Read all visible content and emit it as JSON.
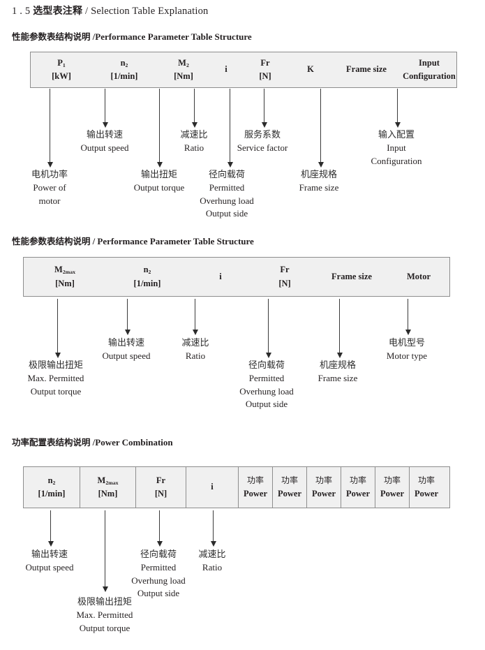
{
  "title": {
    "number": "1 . 5",
    "cn": "选型表注释",
    "sep": "/",
    "en": "Selection Table Explanation"
  },
  "sections": [
    {
      "heading": {
        "cn": "性能参数表结构说明",
        "sep": "/",
        "en": "Performance Parameter Table Structure"
      },
      "table": {
        "columns": [
          {
            "symbol": "P",
            "sub": "1",
            "unit": "[kW]"
          },
          {
            "symbol": "n",
            "sub": "2",
            "unit": "[1/min]"
          },
          {
            "symbol": "M",
            "sub": "2",
            "unit": "[Nm]"
          },
          {
            "symbol": "i",
            "sub": "",
            "unit": ""
          },
          {
            "symbol": "Fr",
            "sub": "",
            "unit": "[N]"
          },
          {
            "symbol": "K",
            "sub": "",
            "unit": ""
          },
          {
            "symbol": "Frame size",
            "sub": "",
            "unit": ""
          },
          {
            "symbol": "Input",
            "sub": "",
            "unit": "Configuration"
          }
        ]
      },
      "notes": [
        {
          "cn": "电机功率",
          "en": [
            "Power of",
            "motor"
          ]
        },
        {
          "cn": "输出转速",
          "en": [
            "Output speed"
          ]
        },
        {
          "cn": "输出扭矩",
          "en": [
            "Output torque"
          ]
        },
        {
          "cn": "径向载荷",
          "en": [
            "Permitted",
            "Overhung load",
            "Output side"
          ]
        },
        {
          "cn": "减速比",
          "en": [
            "Ratio"
          ]
        },
        {
          "cn": "服务系数",
          "en": [
            "Service factor"
          ]
        },
        {
          "cn": "机座规格",
          "en": [
            "Frame size"
          ]
        },
        {
          "cn": "输入配置",
          "en": [
            "Input",
            "Configuration"
          ]
        }
      ]
    },
    {
      "heading": {
        "cn": "性能参数表结构说明",
        "sep": "/",
        "en": "Performance Parameter Table Structure"
      },
      "table": {
        "columns": [
          {
            "symbol": "M",
            "sub": "2max",
            "unit": "[Nm]"
          },
          {
            "symbol": "n",
            "sub": "2",
            "unit": "[1/min]"
          },
          {
            "symbol": "i",
            "sub": "",
            "unit": ""
          },
          {
            "symbol": "Fr",
            "sub": "",
            "unit": "[N]"
          },
          {
            "symbol": "Frame size",
            "sub": "",
            "unit": ""
          },
          {
            "symbol": "Motor",
            "sub": "",
            "unit": ""
          }
        ]
      },
      "notes": [
        {
          "cn": "极限输出扭矩",
          "en": [
            "Max. Permitted",
            "Output  torque"
          ]
        },
        {
          "cn": "输出转速",
          "en": [
            "Output speed"
          ]
        },
        {
          "cn": "减速比",
          "en": [
            "Ratio"
          ]
        },
        {
          "cn": "径向载荷",
          "en": [
            "Permitted",
            "Overhung load",
            "Output side"
          ]
        },
        {
          "cn": "机座规格",
          "en": [
            "Frame size"
          ]
        },
        {
          "cn": "电机型号",
          "en": [
            "Motor type"
          ]
        }
      ]
    },
    {
      "heading": {
        "cn": "功率配置表结构说明",
        "sep": "/",
        "en": "Power Combination"
      },
      "table": {
        "columns": [
          {
            "symbol": "n",
            "sub": "2",
            "unit": "[1/min]"
          },
          {
            "symbol": "M",
            "sub": "2max",
            "unit": "[Nm]"
          },
          {
            "symbol": "Fr",
            "sub": "",
            "unit": "[N]"
          },
          {
            "symbol": "i",
            "sub": "",
            "unit": ""
          },
          {
            "cn": "功率",
            "unit": "Power"
          },
          {
            "cn": "功率",
            "unit": "Power"
          },
          {
            "cn": "功率",
            "unit": "Power"
          },
          {
            "cn": "功率",
            "unit": "Power"
          },
          {
            "cn": "功率",
            "unit": "Power"
          },
          {
            "cn": "功率",
            "unit": "Power"
          }
        ]
      },
      "notes": [
        {
          "cn": "输出转速",
          "en": [
            "Output speed"
          ]
        },
        {
          "cn": "极限输出扭矩",
          "en": [
            "Max. Permitted",
            "Output  torque"
          ]
        },
        {
          "cn": "径向载荷",
          "en": [
            "Permitted",
            "Overhung load",
            "Output side"
          ]
        },
        {
          "cn": "减速比",
          "en": [
            "Ratio"
          ]
        }
      ]
    }
  ]
}
